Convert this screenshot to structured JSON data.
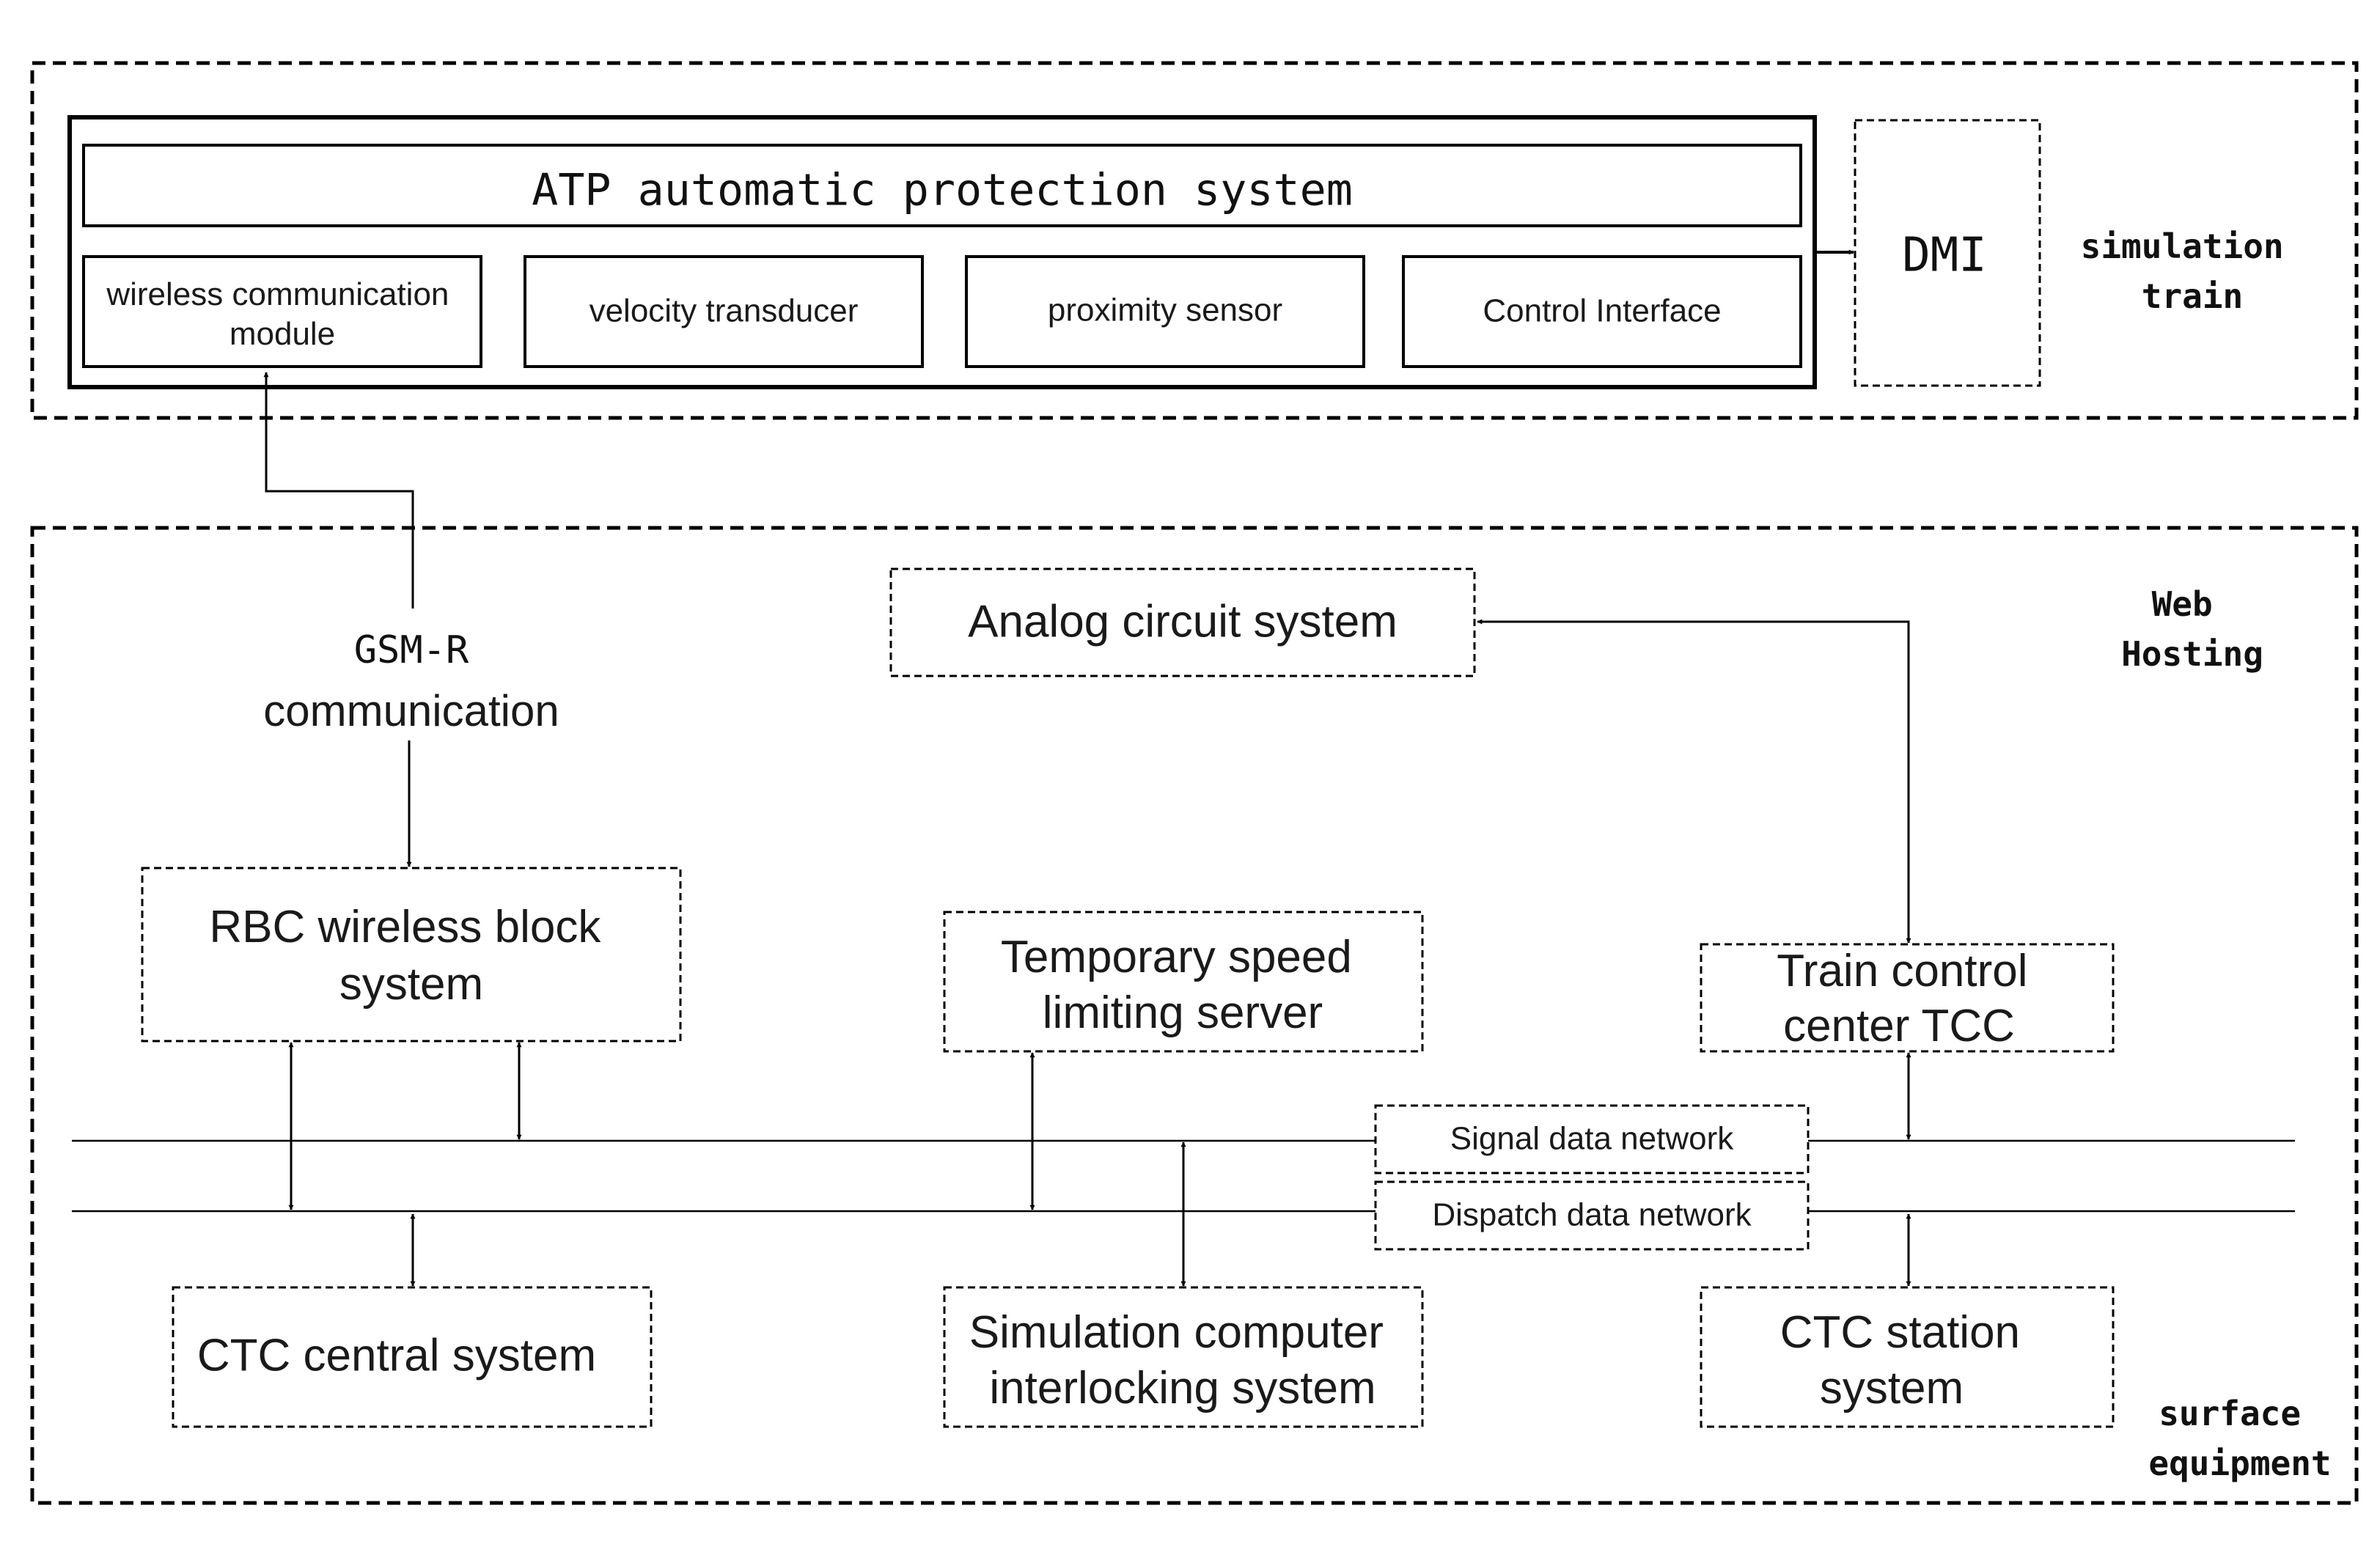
{
  "regions": {
    "simulation_train": [
      "simulation",
      "train"
    ],
    "web_hosting": [
      "Web",
      "Hosting"
    ],
    "surface_equipment": [
      "surface",
      "equipment"
    ]
  },
  "atp": {
    "title": "ATP automatic protection system",
    "modules": {
      "wireless": [
        "wireless communication",
        "module"
      ],
      "velocity": "velocity transducer",
      "proximity": "proximity sensor",
      "control": "Control Interface"
    }
  },
  "dmi": "DMI",
  "gsmr": [
    "GSM-R",
    "communication"
  ],
  "analog": "Analog circuit system",
  "rbc": [
    "RBC wireless block",
    "system"
  ],
  "tsl": [
    "Temporary speed",
    "limiting server"
  ],
  "tcc": [
    "Train control",
    "center TCC"
  ],
  "networks": {
    "signal": "Signal data network",
    "dispatch": "Dispatch data network"
  },
  "ctc_central": "CTC central system",
  "sci": [
    "Simulation computer",
    "interlocking system"
  ],
  "ctc_station": [
    "CTC station",
    "system"
  ]
}
